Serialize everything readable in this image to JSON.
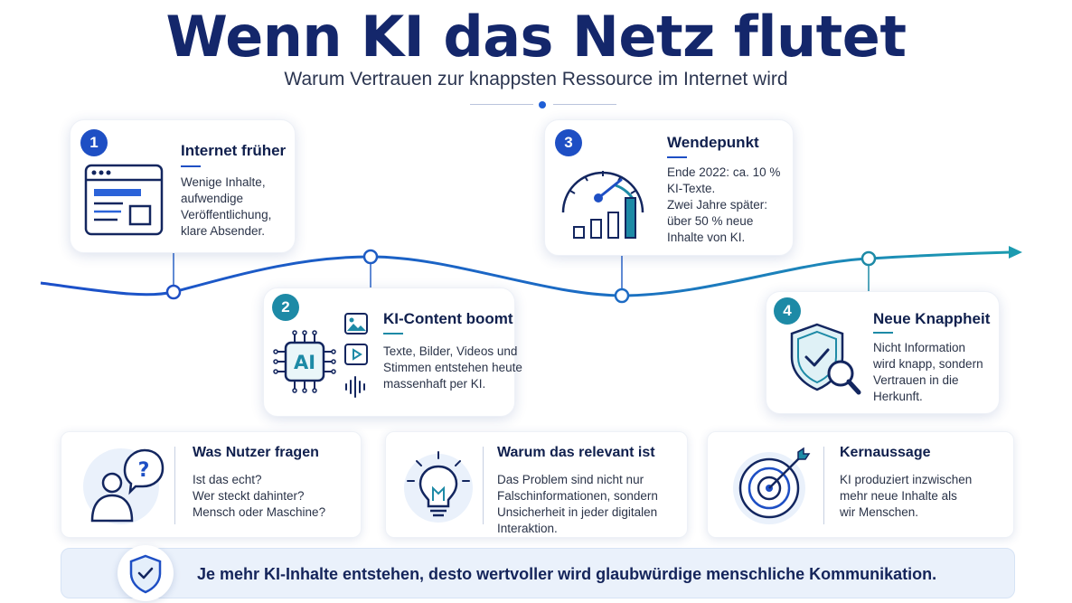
{
  "header": {
    "title": "Wenn KI das Netz flutet",
    "subtitle": "Warum Vertrauen zur knappsten Ressource im Internet wird"
  },
  "colors": {
    "navy": "#14276b",
    "blue": "#1e4fc4",
    "teal": "#1d8aa6",
    "banner_bg": "#eaf1fb"
  },
  "timeline_cards": [
    {
      "number": "1",
      "title": "Internet früher",
      "icon": "browser-window-icon",
      "lines": [
        "Wenige Inhalte,",
        "aufwendige",
        "Veröffentlichung,",
        "klare Absender."
      ]
    },
    {
      "number": "2",
      "title": "KI-Content boomt",
      "icon": "ai-chip-icon",
      "lines": [
        "Texte, Bilder, Videos und",
        "Stimmen entstehen heute",
        "massenhaft per KI."
      ]
    },
    {
      "number": "3",
      "title": "Wendepunkt",
      "icon": "gauge-chart-icon",
      "lines": [
        "Ende 2022: ca. 10 %",
        "KI-Texte.",
        "Zwei Jahre später:",
        "über 50 % neue",
        "Inhalte von KI."
      ]
    },
    {
      "number": "4",
      "title": "Neue Knappheit",
      "icon": "shield-magnifier-icon",
      "lines": [
        "Nicht Information",
        "wird knapp, sondern",
        "Vertrauen in die",
        "Herkunft."
      ]
    }
  ],
  "ai_chip_label": "AI",
  "info_cards": [
    {
      "title": "Was Nutzer fragen",
      "icon": "user-question-icon",
      "lines": [
        "Ist das echt?",
        "Wer steckt dahinter?",
        "Mensch oder Maschine?"
      ]
    },
    {
      "title": "Warum das relevant ist",
      "icon": "lightbulb-icon",
      "lines": [
        "Das Problem sind nicht nur",
        "Falschinformationen, sondern",
        "Unsicherheit in jeder digitalen",
        "Interaktion."
      ]
    },
    {
      "title": "Kernaussage",
      "icon": "target-arrow-icon",
      "lines": [
        "KI produziert inzwischen",
        "mehr neue Inhalte als",
        "wir Menschen."
      ]
    }
  ],
  "banner": {
    "icon": "shield-check-icon",
    "text": "Je mehr KI-Inhalte entstehen, desto wertvoller wird glaubwürdige menschliche Kommunikation."
  }
}
